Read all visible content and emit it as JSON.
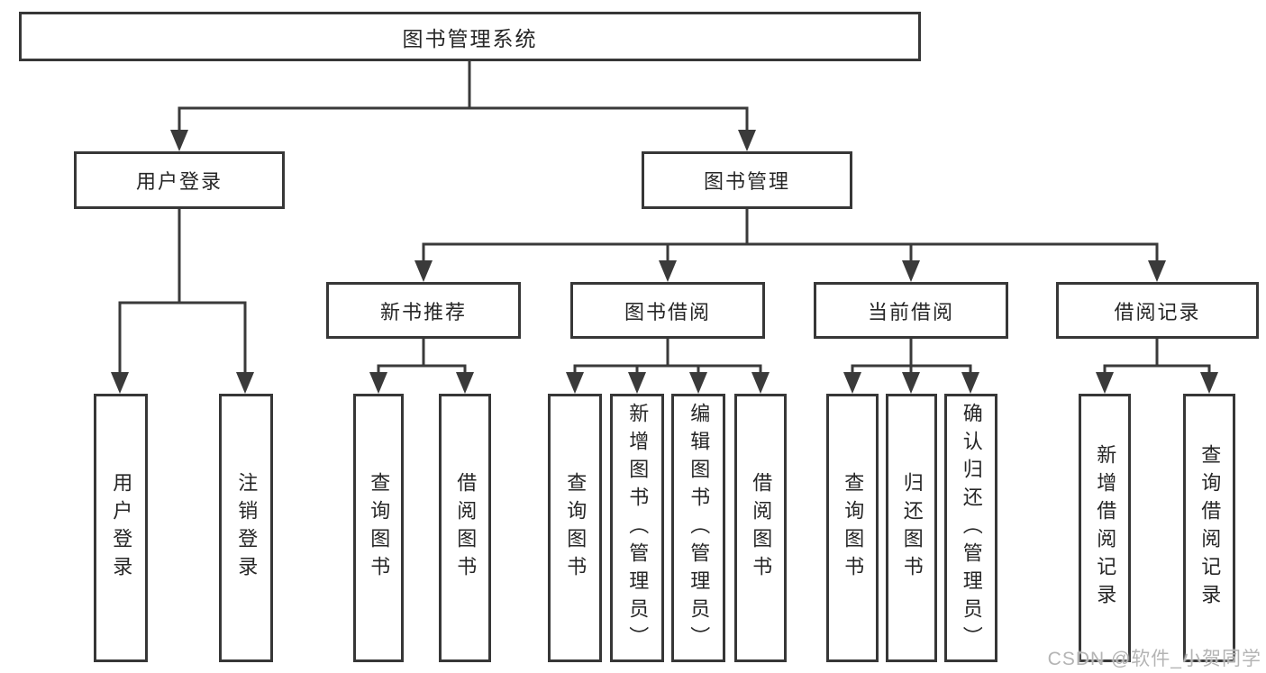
{
  "diagram": {
    "root": {
      "label": "图书管理系统"
    },
    "level2": [
      {
        "id": "user-login",
        "label": "用户登录"
      },
      {
        "id": "book-management",
        "label": "图书管理"
      }
    ],
    "level3": [
      {
        "id": "new-book-recommendation",
        "parent": "book-management",
        "label": "新书推荐"
      },
      {
        "id": "book-borrowing",
        "parent": "book-management",
        "label": "图书借阅"
      },
      {
        "id": "current-borrowing",
        "parent": "book-management",
        "label": "当前借阅"
      },
      {
        "id": "borrowing-records",
        "parent": "book-management",
        "label": "借阅记录"
      }
    ],
    "leaves": [
      {
        "parent": "user-login",
        "label": "用户登录"
      },
      {
        "parent": "user-login",
        "label": "注销登录"
      },
      {
        "parent": "new-book-recommendation",
        "label": "查询图书"
      },
      {
        "parent": "new-book-recommendation",
        "label": "借阅图书"
      },
      {
        "parent": "book-borrowing",
        "label": "查询图书"
      },
      {
        "parent": "book-borrowing",
        "label": "新增图书（管理员）"
      },
      {
        "parent": "book-borrowing",
        "label": "编辑图书（管理员）"
      },
      {
        "parent": "book-borrowing",
        "label": "借阅图书"
      },
      {
        "parent": "current-borrowing",
        "label": "查询图书"
      },
      {
        "parent": "current-borrowing",
        "label": "归还图书"
      },
      {
        "parent": "current-borrowing",
        "label": "确认归还（管理员）"
      },
      {
        "parent": "borrowing-records",
        "label": "新增借阅记录"
      },
      {
        "parent": "borrowing-records",
        "label": "查询借阅记录"
      }
    ],
    "watermark": "CSDN @软件_小贺同学",
    "colors": {
      "line": "#3a3a3a",
      "box_border": "#373737",
      "text": "#262626",
      "watermark": "#b4b4b4",
      "background": "#ffffff"
    }
  }
}
